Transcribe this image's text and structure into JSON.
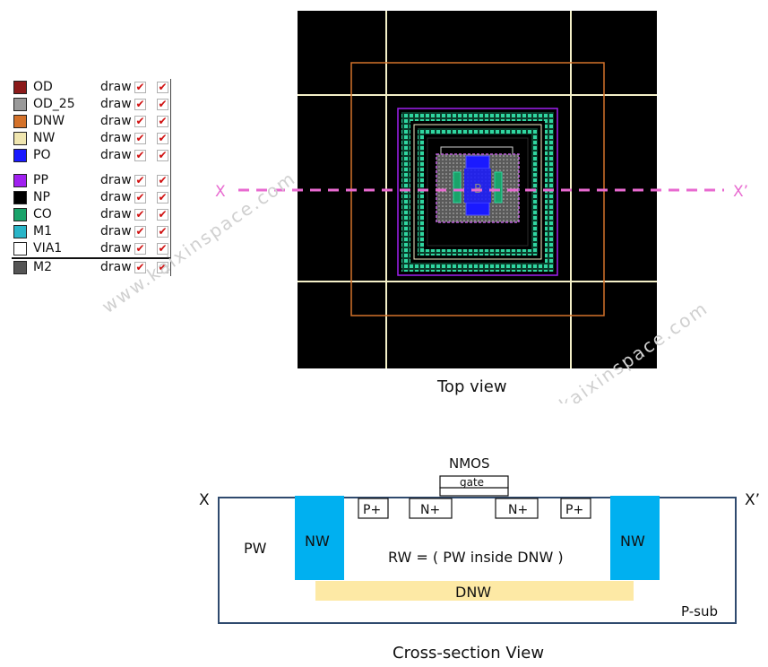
{
  "legend": {
    "items": [
      {
        "name": "OD",
        "state": "draw",
        "swatch": "#8b1a1a",
        "icon": "od-swatch-icon"
      },
      {
        "name": "OD_25",
        "state": "draw",
        "swatch": "#9a9a9a",
        "icon": "od25-swatch-icon"
      },
      {
        "name": "DNW",
        "state": "draw",
        "swatch": "#d4722a",
        "icon": "dnw-swatch-icon"
      },
      {
        "name": "NW",
        "state": "draw",
        "swatch": "#f0e6b0",
        "icon": "nw-swatch-icon"
      },
      {
        "name": "PO",
        "state": "draw",
        "swatch": "#1a1aff",
        "icon": "po-swatch-icon"
      },
      {
        "name": "PP",
        "state": "draw",
        "swatch": "#a020f0",
        "icon": "pp-swatch-icon"
      },
      {
        "name": "NP",
        "state": "draw",
        "swatch": "#000000",
        "icon": "np-swatch-icon"
      },
      {
        "name": "CO",
        "state": "draw",
        "swatch": "#1aa36a",
        "icon": "co-swatch-icon"
      },
      {
        "name": "M1",
        "state": "draw",
        "swatch": "#2ab5c8",
        "icon": "m1-swatch-icon"
      },
      {
        "name": "VIA1",
        "state": "draw",
        "swatch": "#ffffff",
        "icon": "via1-swatch-icon"
      },
      {
        "name": "M2",
        "state": "draw",
        "swatch": "#555555",
        "icon": "m2-swatch-icon"
      }
    ],
    "check_glyph": "✔"
  },
  "top_view": {
    "caption": "Top view",
    "cut_start": "X",
    "cut_end": "X’",
    "center_label": "B",
    "watermark": "www.kaixinspace.com"
  },
  "cross_section": {
    "caption": "Cross-section View",
    "device_title": "NMOS",
    "gate_label": "gate",
    "left_x": "X",
    "right_x": "X’",
    "pw": "PW",
    "nw_left": "NW",
    "nw_right": "NW",
    "rw": "RW = ( PW inside DNW )",
    "dnw": "DNW",
    "psub": "P-sub",
    "p_plus_left": "P+",
    "n_plus_left": "N+",
    "n_plus_right": "N+",
    "p_plus_right": "P+"
  },
  "colors": {
    "nw_fill": "#00b0f0",
    "dnw_fill": "#fde9a5",
    "border": "#2f4a6e",
    "cut_line": "#e86ad0",
    "layout_bg": "#000000",
    "grid": "#f4f0c8",
    "dnw_layer": "#d4722a",
    "pp_layer": "#a020f0",
    "guard_ring": "#1aa36a"
  }
}
